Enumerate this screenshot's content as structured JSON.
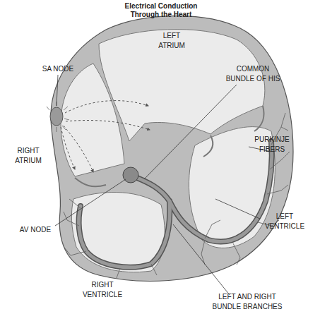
{
  "diagram": {
    "title": "Electrical Conduction Through the Heart",
    "labels": [
      "LEFT ATRIUM",
      "SA NODE",
      "COMMON BUNDLE OF HIS",
      "PURKINJE FIBERS",
      "RIGHT ATRIUM",
      "LEFT VENTRICLE",
      "AV NODE",
      "RIGHT VENTRICLE",
      "LEFT AND RIGHT BUNDLE BRANCHES"
    ]
  }
}
